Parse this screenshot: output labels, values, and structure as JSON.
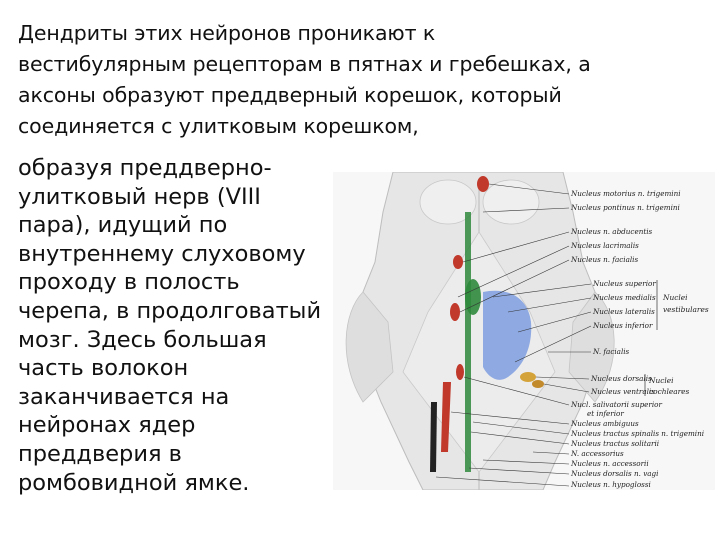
{
  "slide": {
    "top_lines": [
      "Дендриты этих нейронов проникают к",
      "вестибулярным рецепторам в пятнах и гребешках, а",
      "аксоны образуют преддверный корешок, который",
      "соединяется с улитковым корешком,"
    ],
    "left_lines": [
      "образуя преддверно-",
      "улитковый нерв (VIII",
      "пара), идущий по",
      "внутреннему слуховому",
      "проходу в полость",
      "черепа, в продолговатый",
      "мозг. Здесь большая",
      "часть волокон",
      "заканчивается на",
      "нейронах ядер",
      "преддверия в",
      "ромбовидной ямке."
    ]
  },
  "figure": {
    "labels": [
      "Nucleus motorius n. trigemini",
      "Nucleus pontinus n. trigemini",
      "Nucleus n. abducentis",
      "Nucleus lacrimalis",
      "Nucleus n. facialis",
      "Nucleus superior",
      "Nucleus medialis",
      "Nucleus lateralis",
      "Nucleus inferior",
      "N. facialis",
      "Nucleus dorsalis",
      "Nucleus ventralis",
      "Nucl. salivatorii superior",
      "et inferior",
      "Nucleus ambiguus",
      "Nucleus tractus spinalis n. trigemini",
      "Nucleus tractus solitarii",
      "N. accessorius",
      "Nucleus n. accessorii",
      "Nucleus dorsalis n. vagi",
      "Nucleus n. hypoglossi"
    ],
    "group_vestibular": [
      "Nuclei",
      "vestibulares"
    ],
    "group_cochlear": [
      "Nuclei",
      "cochleares"
    ],
    "colors": {
      "red_nucleus": "#c0392b",
      "green_nucleus": "#2f8a3c",
      "blue_region": "#7f9fe0",
      "yellow_nucleus": "#d4a33a",
      "brainstem": "#e9e9e9"
    }
  }
}
